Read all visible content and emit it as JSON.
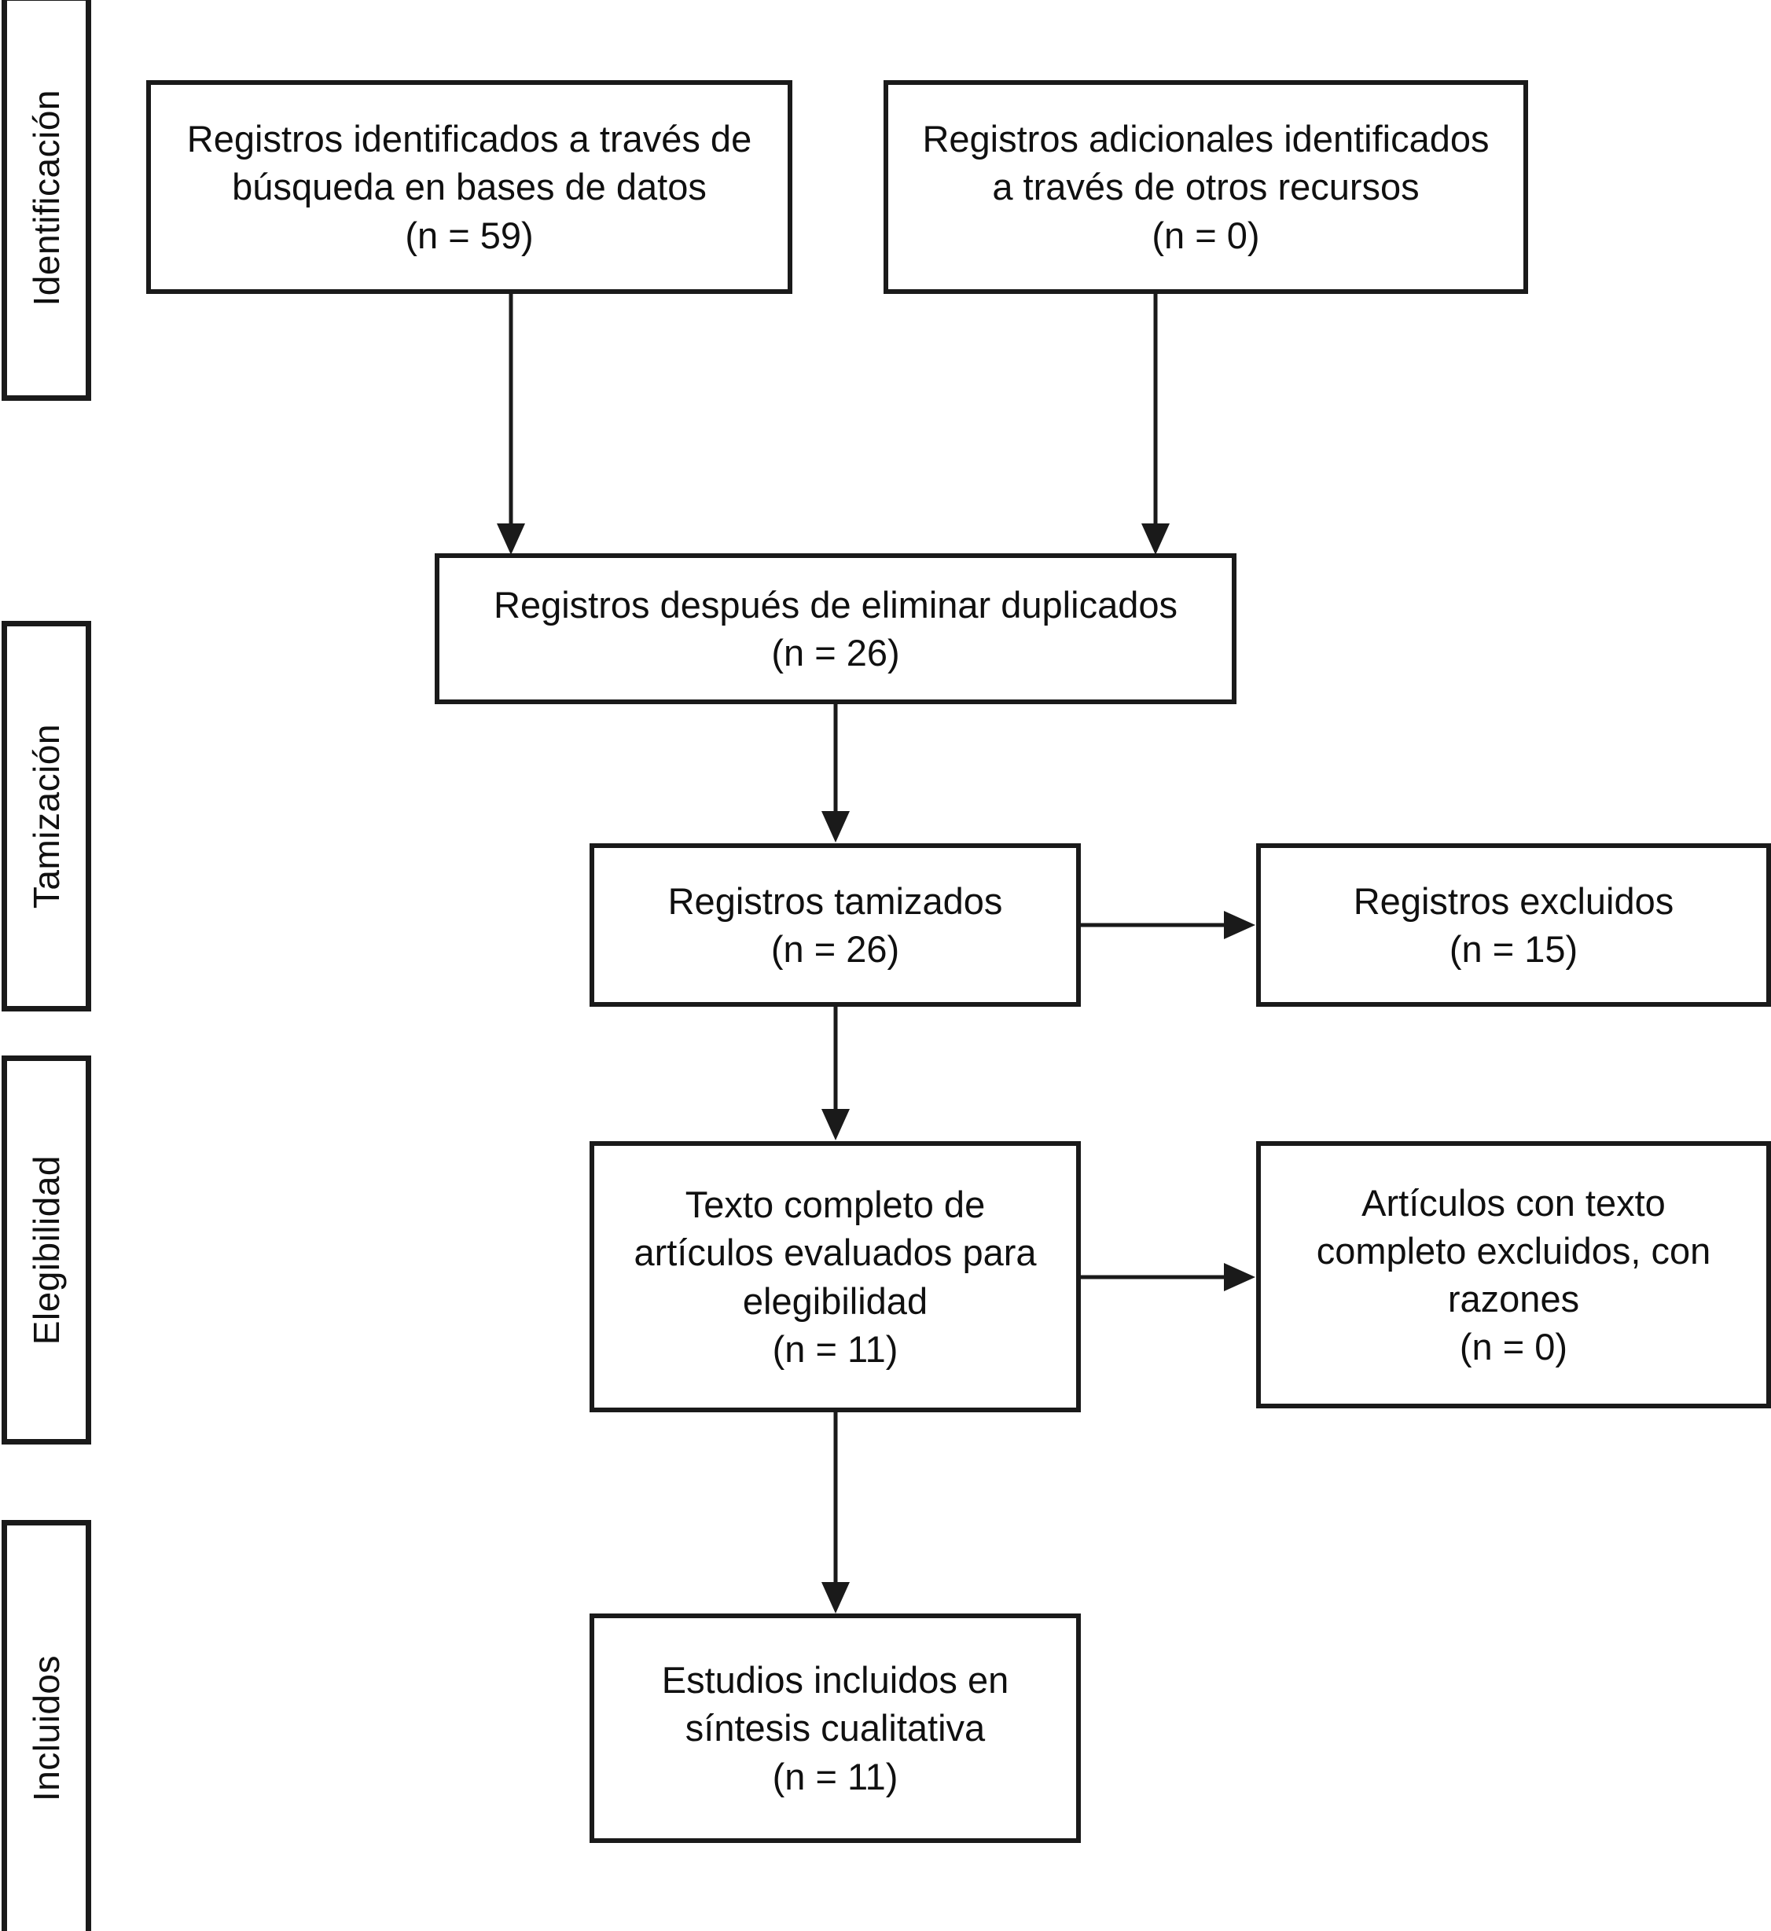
{
  "diagram": {
    "title": "PRISMA flow diagram (Spanish)",
    "line_color": "#1a1a1a",
    "background_color": "#ffffff"
  },
  "stages": [
    {
      "id": "identificacion",
      "label": "Identificación"
    },
    {
      "id": "tamizacion",
      "label": "Tamización"
    },
    {
      "id": "elegibilidad",
      "label": "Elegibilidad"
    },
    {
      "id": "incluidos",
      "label": "Incluidos"
    }
  ],
  "boxes": {
    "records_databases": {
      "text": "Registros identificados a través de\nbúsqueda en bases de datos\n(n = 59)",
      "count_label": "(n = 59)",
      "count": 59
    },
    "records_other_sources": {
      "text": "Registros adicionales identificados\na través de otros recursos\n(n = 0)",
      "count_label": "(n = 0)",
      "count": 0
    },
    "records_after_duplicates": {
      "text": "Registros después de eliminar duplicados\n(n = 26)",
      "count_label": "(n = 26)",
      "count": 26
    },
    "records_screened": {
      "text": "Registros tamizados\n(n = 26)",
      "count_label": "(n = 26)",
      "count": 26
    },
    "records_excluded": {
      "text": "Registros excluidos\n(n = 15)",
      "count_label": "(n = 15)",
      "count": 15
    },
    "fulltext_assessed": {
      "text": "Texto completo de\nartículos evaluados para\nelegibilidad\n(n = 11)",
      "count_label": "(n = 11)",
      "count": 11
    },
    "fulltext_excluded": {
      "text": "Artículos con texto\ncompleto excluidos, con\nrazones\n(n = 0)",
      "count_label": "(n = 0)",
      "count": 0
    },
    "studies_included": {
      "text": "Estudios incluidos en\nsíntesis cualitativa\n(n = 11)",
      "count_label": "(n = 11)",
      "count": 11
    }
  },
  "connectors": [
    {
      "id": "databases-to-dedup",
      "from": "records_databases",
      "to": "records_after_duplicates",
      "direction": "down"
    },
    {
      "id": "other-to-dedup",
      "from": "records_other_sources",
      "to": "records_after_duplicates",
      "direction": "down"
    },
    {
      "id": "dedup-to-screened",
      "from": "records_after_duplicates",
      "to": "records_screened",
      "direction": "down"
    },
    {
      "id": "screened-to-excluded",
      "from": "records_screened",
      "to": "records_excluded",
      "direction": "right"
    },
    {
      "id": "screened-to-fulltext",
      "from": "records_screened",
      "to": "fulltext_assessed",
      "direction": "down"
    },
    {
      "id": "fulltext-to-ftexcluded",
      "from": "fulltext_assessed",
      "to": "fulltext_excluded",
      "direction": "right"
    },
    {
      "id": "fulltext-to-included",
      "from": "fulltext_assessed",
      "to": "studies_included",
      "direction": "down"
    }
  ]
}
